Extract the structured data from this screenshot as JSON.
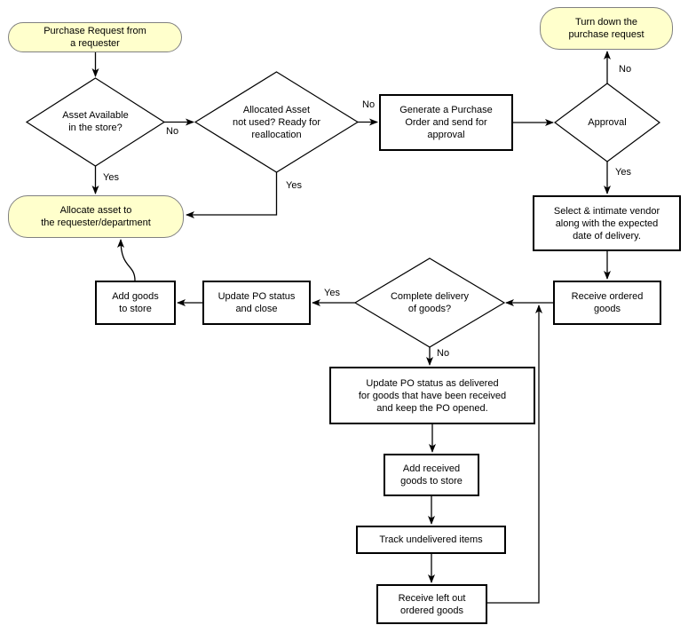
{
  "nodes": {
    "start": {
      "label": "Purchase Request from\na requester"
    },
    "asset_available": {
      "label": "Asset Available\nin the store?"
    },
    "allocated_asset": {
      "label": "Allocated Asset\nnot used? Ready for\nreallocation"
    },
    "generate_po": {
      "label": "Generate a Purchase\nOrder and send for\napproval"
    },
    "approval": {
      "label": "Approval"
    },
    "turn_down": {
      "label": "Turn down the\npurchase request"
    },
    "select_vendor": {
      "label": "Select & intimate vendor\nalong with the expected\ndate of delivery."
    },
    "receive_goods": {
      "label": "Receive ordered\ngoods"
    },
    "complete_delivery": {
      "label": "Complete delivery\nof goods?"
    },
    "update_po_close": {
      "label": "Update PO status\nand close"
    },
    "add_goods_store": {
      "label": "Add goods\nto store"
    },
    "allocate_asset": {
      "label": "Allocate asset to\nthe requester/department"
    },
    "update_po_open": {
      "label": "Update PO status as delivered\nfor goods that have been received\nand keep the PO opened."
    },
    "add_received": {
      "label": "Add received\ngoods to store"
    },
    "track_undelivered": {
      "label": "Track undelivered items"
    },
    "receive_leftout": {
      "label": "Receive left out\nordered goods"
    }
  },
  "edge_labels": {
    "asset_no": "No",
    "asset_yes": "Yes",
    "realloc_no": "No",
    "realloc_yes": "Yes",
    "approval_no": "No",
    "approval_yes": "Yes",
    "delivery_yes": "Yes",
    "delivery_no": "No"
  },
  "colors": {
    "terminator_fill": "#ffffcc",
    "terminator_border": "#808080",
    "shape_border": "#000000",
    "line": "#000000",
    "background": "#ffffff"
  }
}
